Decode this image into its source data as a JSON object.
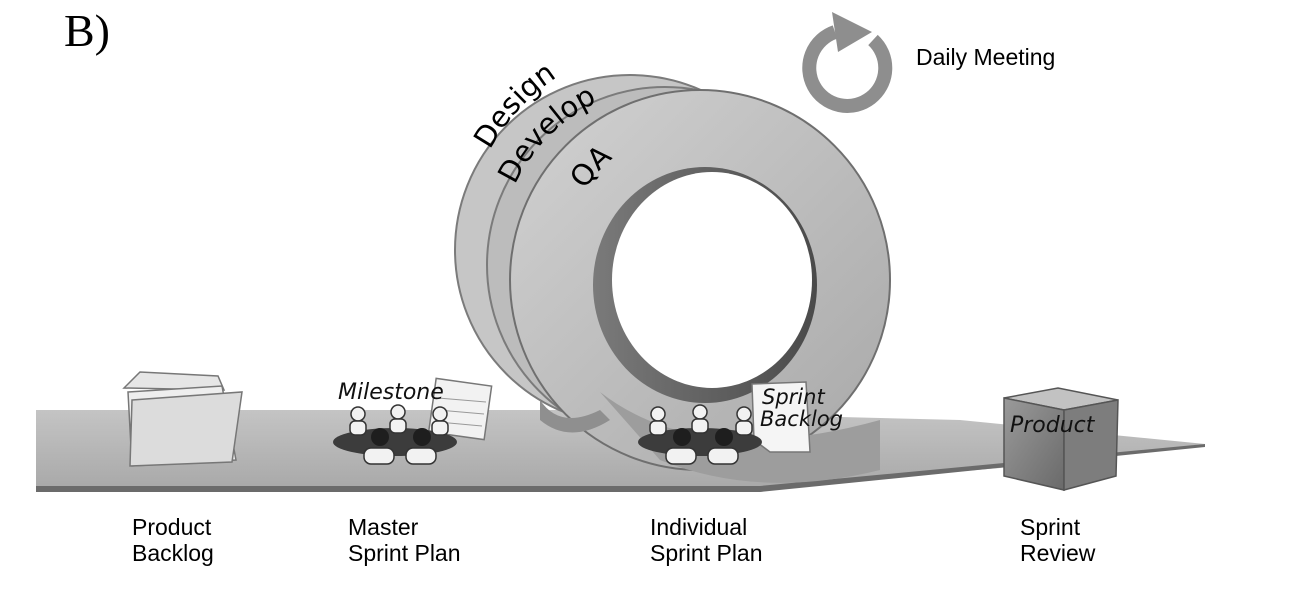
{
  "figure_label": "B)",
  "daily_meeting": {
    "label": "Daily Meeting",
    "icon": "refresh-cycle-icon"
  },
  "phases": [
    "Design",
    "Develop",
    "QA"
  ],
  "stages": [
    {
      "line1": "Product",
      "line2": "Backlog",
      "icon": "folder-icon"
    },
    {
      "line1": "Master",
      "line2": "Sprint Plan",
      "icon": "team-meeting-icon",
      "tag": "Milestone"
    },
    {
      "line1": "Individual",
      "line2": "Sprint Plan",
      "icon": "team-meeting-icon",
      "tag_line1": "Sprint",
      "tag_line2": "Backlog"
    },
    {
      "line1": "Sprint",
      "line2": "Review",
      "icon": "product-box-icon",
      "tag": "Product"
    }
  ],
  "colors": {
    "band": "#b9b9b9",
    "band_dark": "#8a8a8a",
    "ring_light": "#c8c8c8",
    "ring_mid": "#b2b2b2",
    "ink": "#000000"
  }
}
